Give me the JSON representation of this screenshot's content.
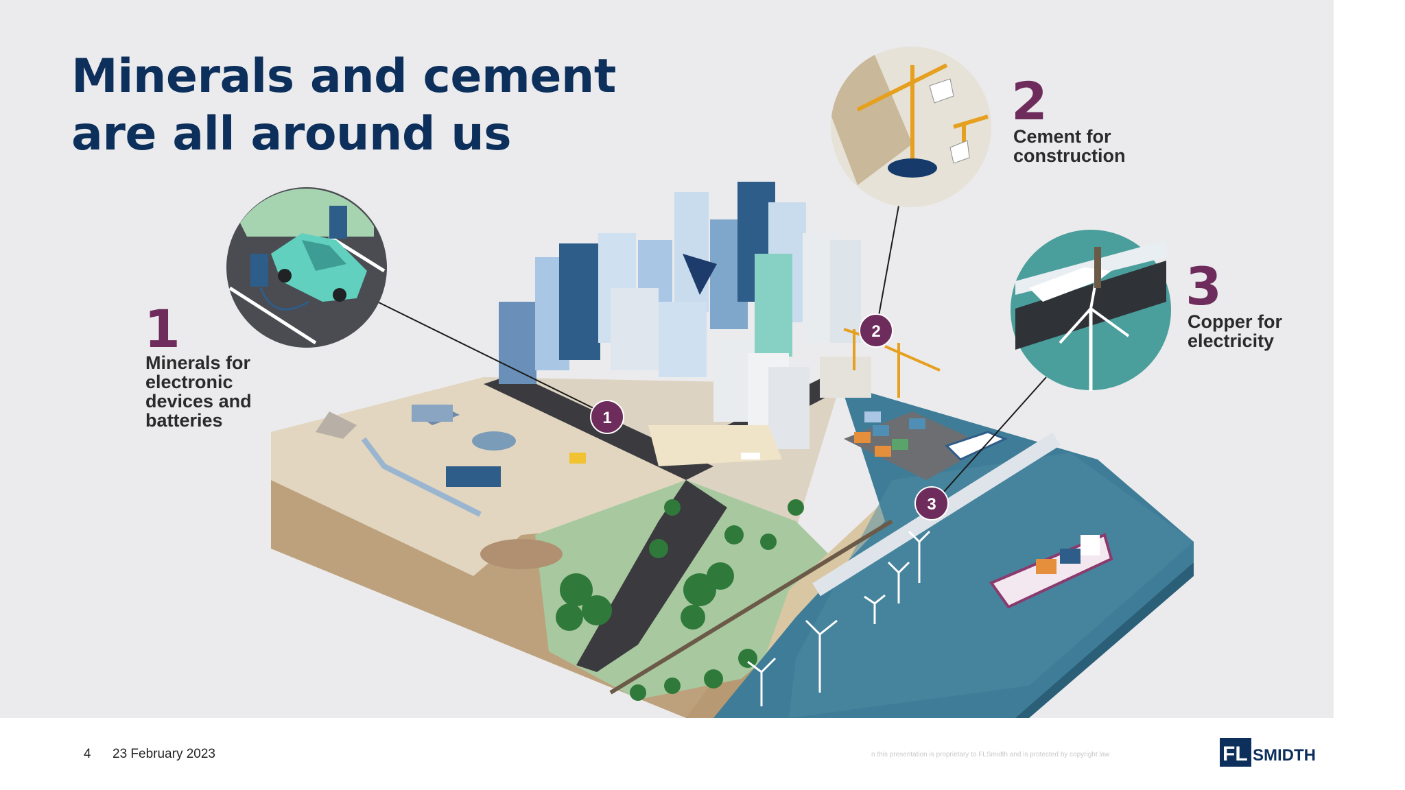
{
  "slide": {
    "title_lines": [
      "Minerals and cement",
      "are all around us"
    ],
    "callouts": [
      {
        "number": "1",
        "caption_lines": [
          "Minerals for",
          "electronic",
          "devices and",
          "batteries"
        ]
      },
      {
        "number": "2",
        "caption_lines": [
          "Cement for",
          "construction"
        ]
      },
      {
        "number": "3",
        "caption_lines": [
          "Copper for",
          "electricity"
        ]
      }
    ],
    "markers": [
      "1",
      "2",
      "3"
    ]
  },
  "footer": {
    "page_number": "4",
    "date": "23 February 2023",
    "copyright": "n this presentation  is proprietary to FLSmidth  and is protected by copyright law",
    "logo_text": "FLSMIDTH"
  },
  "colors": {
    "title": "#0c2f5c",
    "accent": "#6e2c5d",
    "background": "#ebebed",
    "water": "#3e7c97",
    "logo": "#0c2f5c"
  },
  "icons": [
    "car-charging-icon",
    "crane-icon",
    "train-wind-icon"
  ]
}
